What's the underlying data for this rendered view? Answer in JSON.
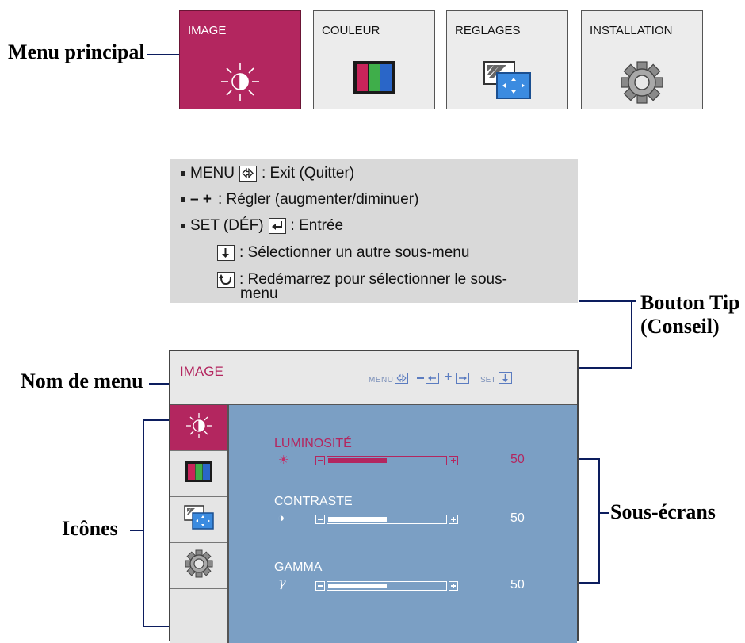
{
  "callouts": {
    "menu_principal": "Menu principal",
    "bouton_tip": "Bouton Tip",
    "bouton_tip_2": "(Conseil)",
    "nom_de_menu": "Nom de menu",
    "icones": "Icônes",
    "sous_ecrans": "Sous-écrans"
  },
  "main_menu": {
    "tabs": [
      {
        "label": "IMAGE",
        "icon": "brightness-icon",
        "active": true
      },
      {
        "label": "COULEUR",
        "icon": "color-bars-icon",
        "active": false
      },
      {
        "label": "REGLAGES",
        "icon": "position-icon",
        "active": false
      },
      {
        "label": "INSTALLATION",
        "icon": "gear-icon",
        "active": false
      }
    ]
  },
  "tips": {
    "menu_key": "MENU",
    "menu_text": ": Exit (Quitter)",
    "adjust_keys": "–   +",
    "adjust_text": ": Régler (augmenter/diminuer)",
    "set_key": "SET (DÉF)",
    "set_text": ": Entrée",
    "down_text": ": Sélectionner un autre sous-menu",
    "restart_text_1": ": Redémarrez pour sélectionner le sous-",
    "restart_text_2": "menu"
  },
  "osd": {
    "title": "IMAGE",
    "header_keys": {
      "menu": "MENU",
      "set": "SET"
    },
    "submenus": [
      {
        "label": "LUMINOSITÉ",
        "symbol": "☀",
        "value": "50",
        "level": 0.5,
        "active": true
      },
      {
        "label": "CONTRASTE",
        "symbol": "◑",
        "value": "50",
        "level": 0.5,
        "active": false
      },
      {
        "label": "GAMMA",
        "symbol": "γ",
        "value": "50",
        "level": 0.5,
        "active": false
      }
    ]
  },
  "colors": {
    "accent": "#b3265f",
    "osd_body": "#7b9fc4",
    "callout_line": "#0c1d5e"
  }
}
